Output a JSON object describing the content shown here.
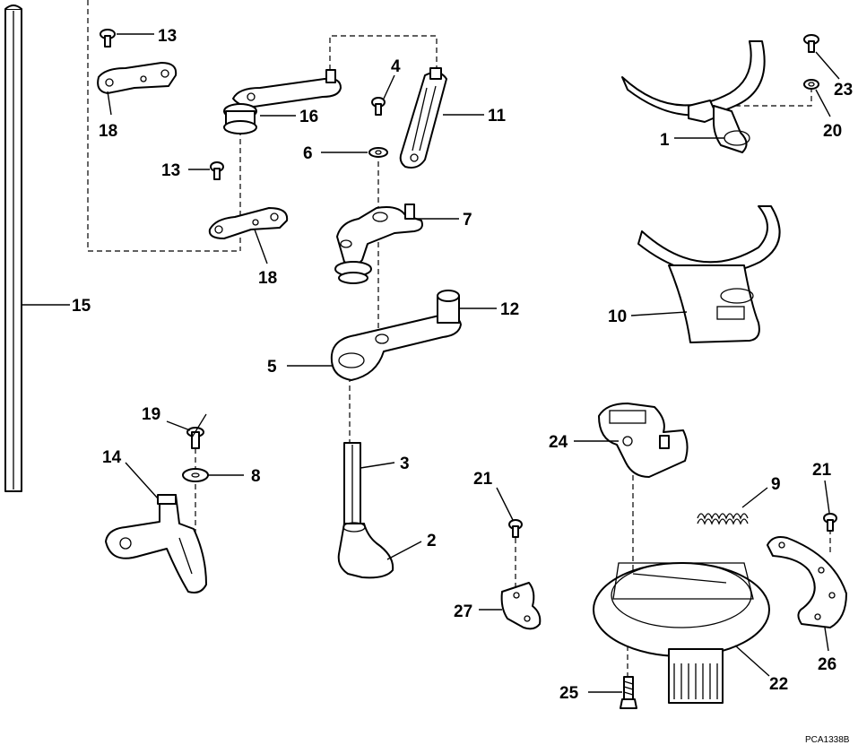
{
  "diagram": {
    "code": "PCA1338B",
    "callouts": [
      "13",
      "18",
      "16",
      "13",
      "18",
      "15",
      "4",
      "6",
      "11",
      "7",
      "12",
      "5",
      "23",
      "20",
      "1",
      "10",
      "19",
      "14",
      "8",
      "3",
      "2",
      "24",
      "9",
      "21",
      "21",
      "27",
      "26",
      "25",
      "22"
    ]
  }
}
